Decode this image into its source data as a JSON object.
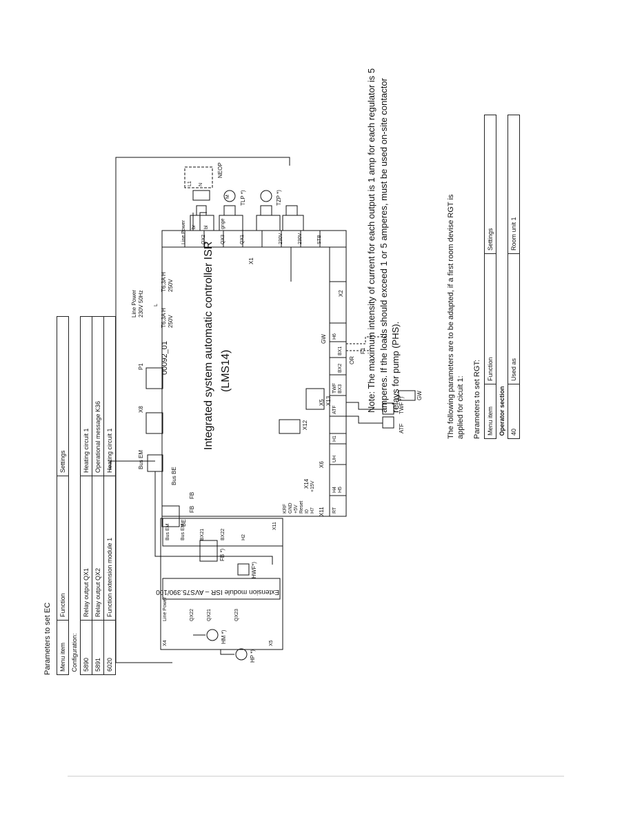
{
  "controller": {
    "title": "Integrated system automatic controller ISR",
    "model": "(LMS14)",
    "code": "00092_01",
    "fuse1": "T6,3A H",
    "fuse1_v": "250V",
    "fuse2": "T6,3A H",
    "fuse2_v": "250V",
    "line_power": "Line Power",
    "line_power_spec": "230V 50Hz"
  },
  "terminals": {
    "x1": "X1",
    "x2": "X2",
    "x5": "X5",
    "x6": "X6",
    "x8": "X8",
    "x11": "X11",
    "x12": "X12",
    "x13": "X13",
    "x14": "X14",
    "qx1": "QX1",
    "qx2": "QX2",
    "qx3": "QX3",
    "stb": "STB",
    "v230a": "230V",
    "v230b": "230V",
    "line_power_t": "Line Power",
    "p1": "P1",
    "bus_em": "Bus EM",
    "bus_be": "Bus BE",
    "fb_a": "FB",
    "fb_b": "FB",
    "gw": "GW",
    "or": "OR",
    "f1": "F1",
    "rt": "RT",
    "h4": "H4",
    "h5": "H5",
    "uh": "UH",
    "h1": "H1",
    "atf": "ATF",
    "twf": "TWF",
    "h6": "H6",
    "bx3": "BX3",
    "bx2": "BX2",
    "bx1": "BX1",
    "krf": "KRF",
    "gnd": "GND",
    "plus5v": "+5V",
    "reset": "Reset",
    "i0": "I0",
    "h7": "H7",
    "plus15v": "+15V"
  },
  "devices": {
    "neop": "NEOP",
    "tlp": "TLP *)",
    "tzp": "TZP *)",
    "atf": "ATF",
    "twf": "TWF *)",
    "be": "BE",
    "fb": "FB *)",
    "hwf": "HWF*)",
    "hm": "HM *)",
    "hp": "HP *)",
    "gw": "GW"
  },
  "wires": {
    "br": "br",
    "bl": "bl",
    "gnge": "gnge",
    "m": "M",
    "l": "L",
    "n": "N",
    "l1": "L1"
  },
  "extension": {
    "title": "Extension module ISR – AVS75.390/100",
    "x4": "X4",
    "x5": "X5",
    "line_power": "Line Power",
    "qx22": "QX22",
    "qx21": "QX21",
    "qx23": "QX23",
    "bus_em_a": "Bus EM",
    "bus_em_b": "Bus EM",
    "bx21": "BX21",
    "bx22": "BX22",
    "h2": "H2",
    "x11": "X11"
  },
  "note": "Note: The maximum intensity of current for each output is 1 amp for each regulator is 5 amperes. If the loads should exceed 1 or 5 amperes, must be used on-site contactor relays for pump (PHS).",
  "ec_table": {
    "caption": "Parameters to set EC",
    "headers": [
      "Menu item",
      "Function",
      "Settings"
    ],
    "section": "Configuration:",
    "rows": [
      [
        "5890",
        "Relay output QX1",
        "Heating circuit 1"
      ],
      [
        "5891",
        "Relay output QX2",
        "Operational message K36"
      ],
      [
        "6020",
        "Function extension module 1",
        "Heating circuit 1"
      ]
    ]
  },
  "rgt_table": {
    "intro_1": "The following parameters are to be adapted, if a first room devise RGT is",
    "intro_2": "applied for cicuit 1:",
    "caption": "Parameters to set RGT:",
    "headers": [
      "Menu item",
      "Function",
      "Settings"
    ],
    "section": "Operator section",
    "rows": [
      [
        "40",
        "Used as",
        "Room unit 1"
      ]
    ]
  }
}
